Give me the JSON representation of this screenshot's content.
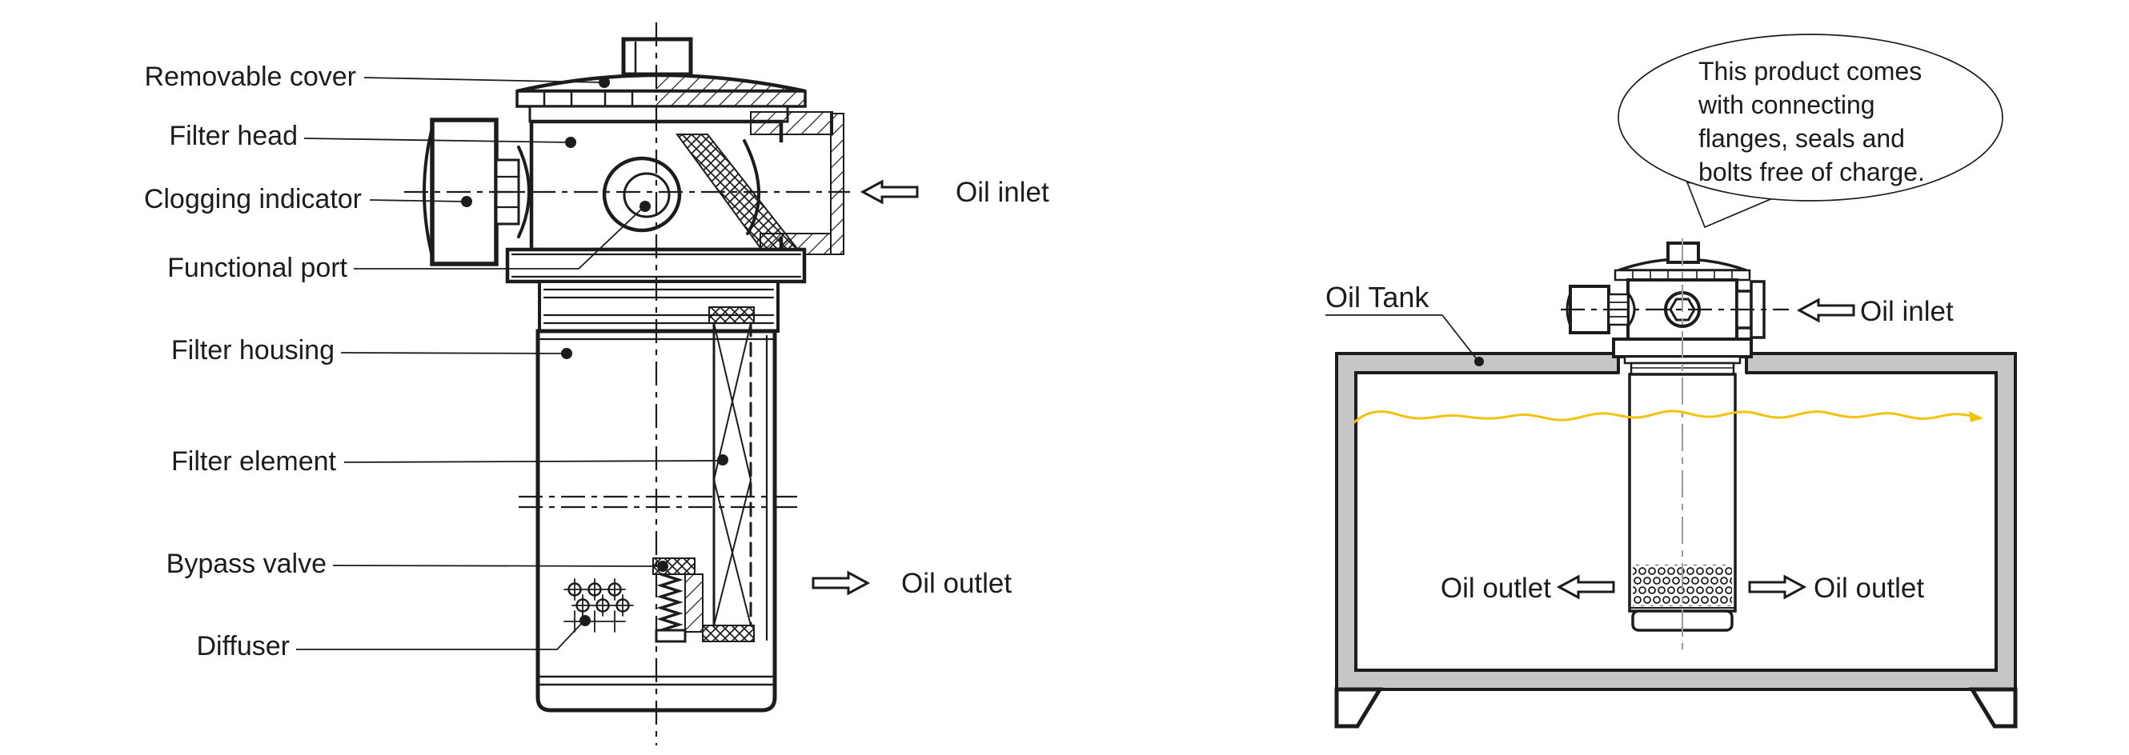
{
  "left_diagram": {
    "labels": {
      "removable_cover": "Removable cover",
      "filter_head": "Filter head",
      "clogging_indicator": "Clogging indicator",
      "functional_port": "Functional port",
      "filter_housing": "Filter housing",
      "filter_element": "Filter element",
      "bypass_valve": "Bypass valve",
      "diffuser": "Diffuser",
      "oil_inlet": "Oil inlet",
      "oil_outlet": "Oil outlet"
    }
  },
  "right_diagram": {
    "speech_bubble": {
      "lines": [
        "This product comes",
        "with connecting",
        "flanges, seals and",
        "bolts free of charge."
      ]
    },
    "labels": {
      "oil_tank": "Oil Tank",
      "oil_inlet": "Oil inlet",
      "oil_outlet_left": "Oil outlet",
      "oil_outlet_right": "Oil outlet"
    },
    "colors": {
      "oil_level": "#F2C20D",
      "tank_wall_fill": "#C6C6C6"
    }
  },
  "colors": {
    "line": "#1C1C1C",
    "background": "#FFFFFF"
  }
}
